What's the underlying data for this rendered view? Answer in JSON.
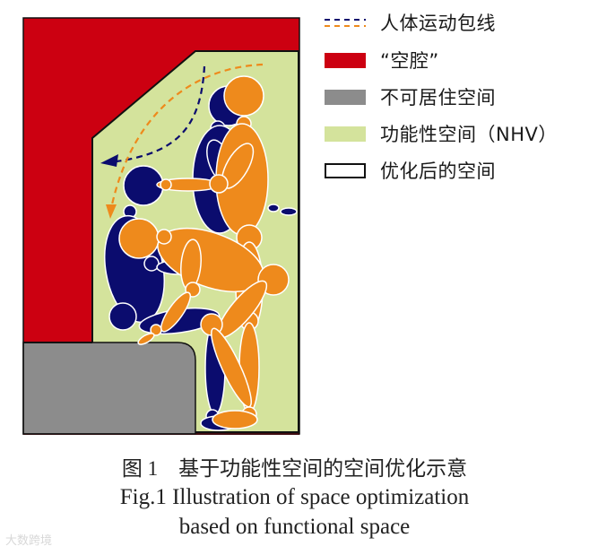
{
  "colors": {
    "cavity_red": "#cc0011",
    "uninhabitable_gray": "#8c8c8c",
    "functional_green": "#d4e39c",
    "figure_navy": "#0b0c6e",
    "figure_orange": "#ee8a1c",
    "outline": "#111111"
  },
  "legend": {
    "items": [
      {
        "key": "motion-envelope",
        "label": "人体运动包线",
        "swatch": "dashed-lines"
      },
      {
        "key": "cavity",
        "label": "“空腔”",
        "swatch": "#cc0011"
      },
      {
        "key": "uninhabitable",
        "label": "不可居住空间",
        "swatch": "#8c8c8c"
      },
      {
        "key": "functional",
        "label": "功能性空间（NHV）",
        "swatch": "#d4e39c"
      },
      {
        "key": "optimized",
        "label": "优化后的空间",
        "swatch": "outline-box"
      }
    ]
  },
  "caption": {
    "cn": "图 1　基于功能性空间的空间优化示意",
    "en_line1": "Fig.1 Illustration of space optimization",
    "en_line2": "based on functional space"
  },
  "watermark": "大数跨境"
}
